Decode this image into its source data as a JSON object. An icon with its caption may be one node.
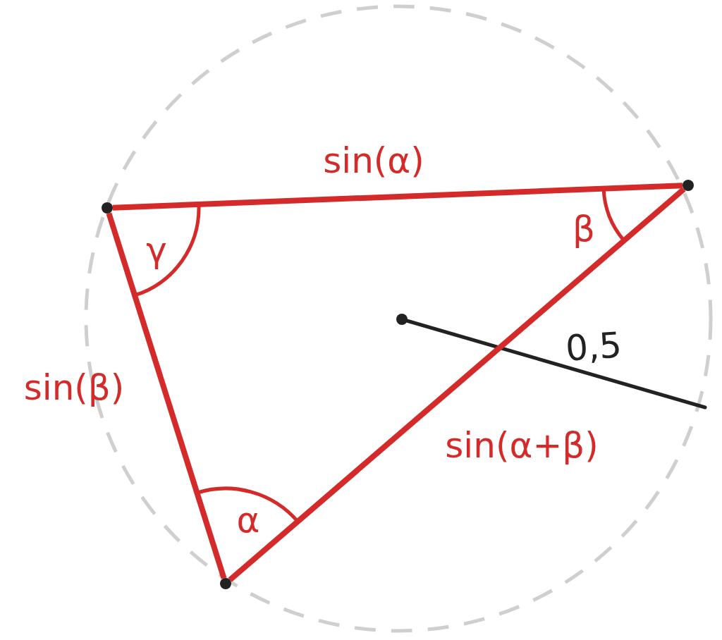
{
  "diagram": {
    "nodes": [
      {
        "text": [],
        "shape": "circle"
      },
      {
        "text": [],
        "shape": "circle"
      },
      {
        "text": [],
        "shape": "circle"
      }
    ],
    "edges": [
      {
        "from": 0,
        "to": 1,
        "arrow": "none",
        "label": "sin(α)"
      },
      {
        "from": 0,
        "to": 2,
        "arrow": "none",
        "label": "sin(β)"
      },
      {
        "from": 2,
        "to": 1,
        "arrow": "none",
        "label": "sin(α+β)"
      }
    ],
    "labels": [
      "β",
      "γ",
      "0,5",
      "α"
    ]
  }
}
